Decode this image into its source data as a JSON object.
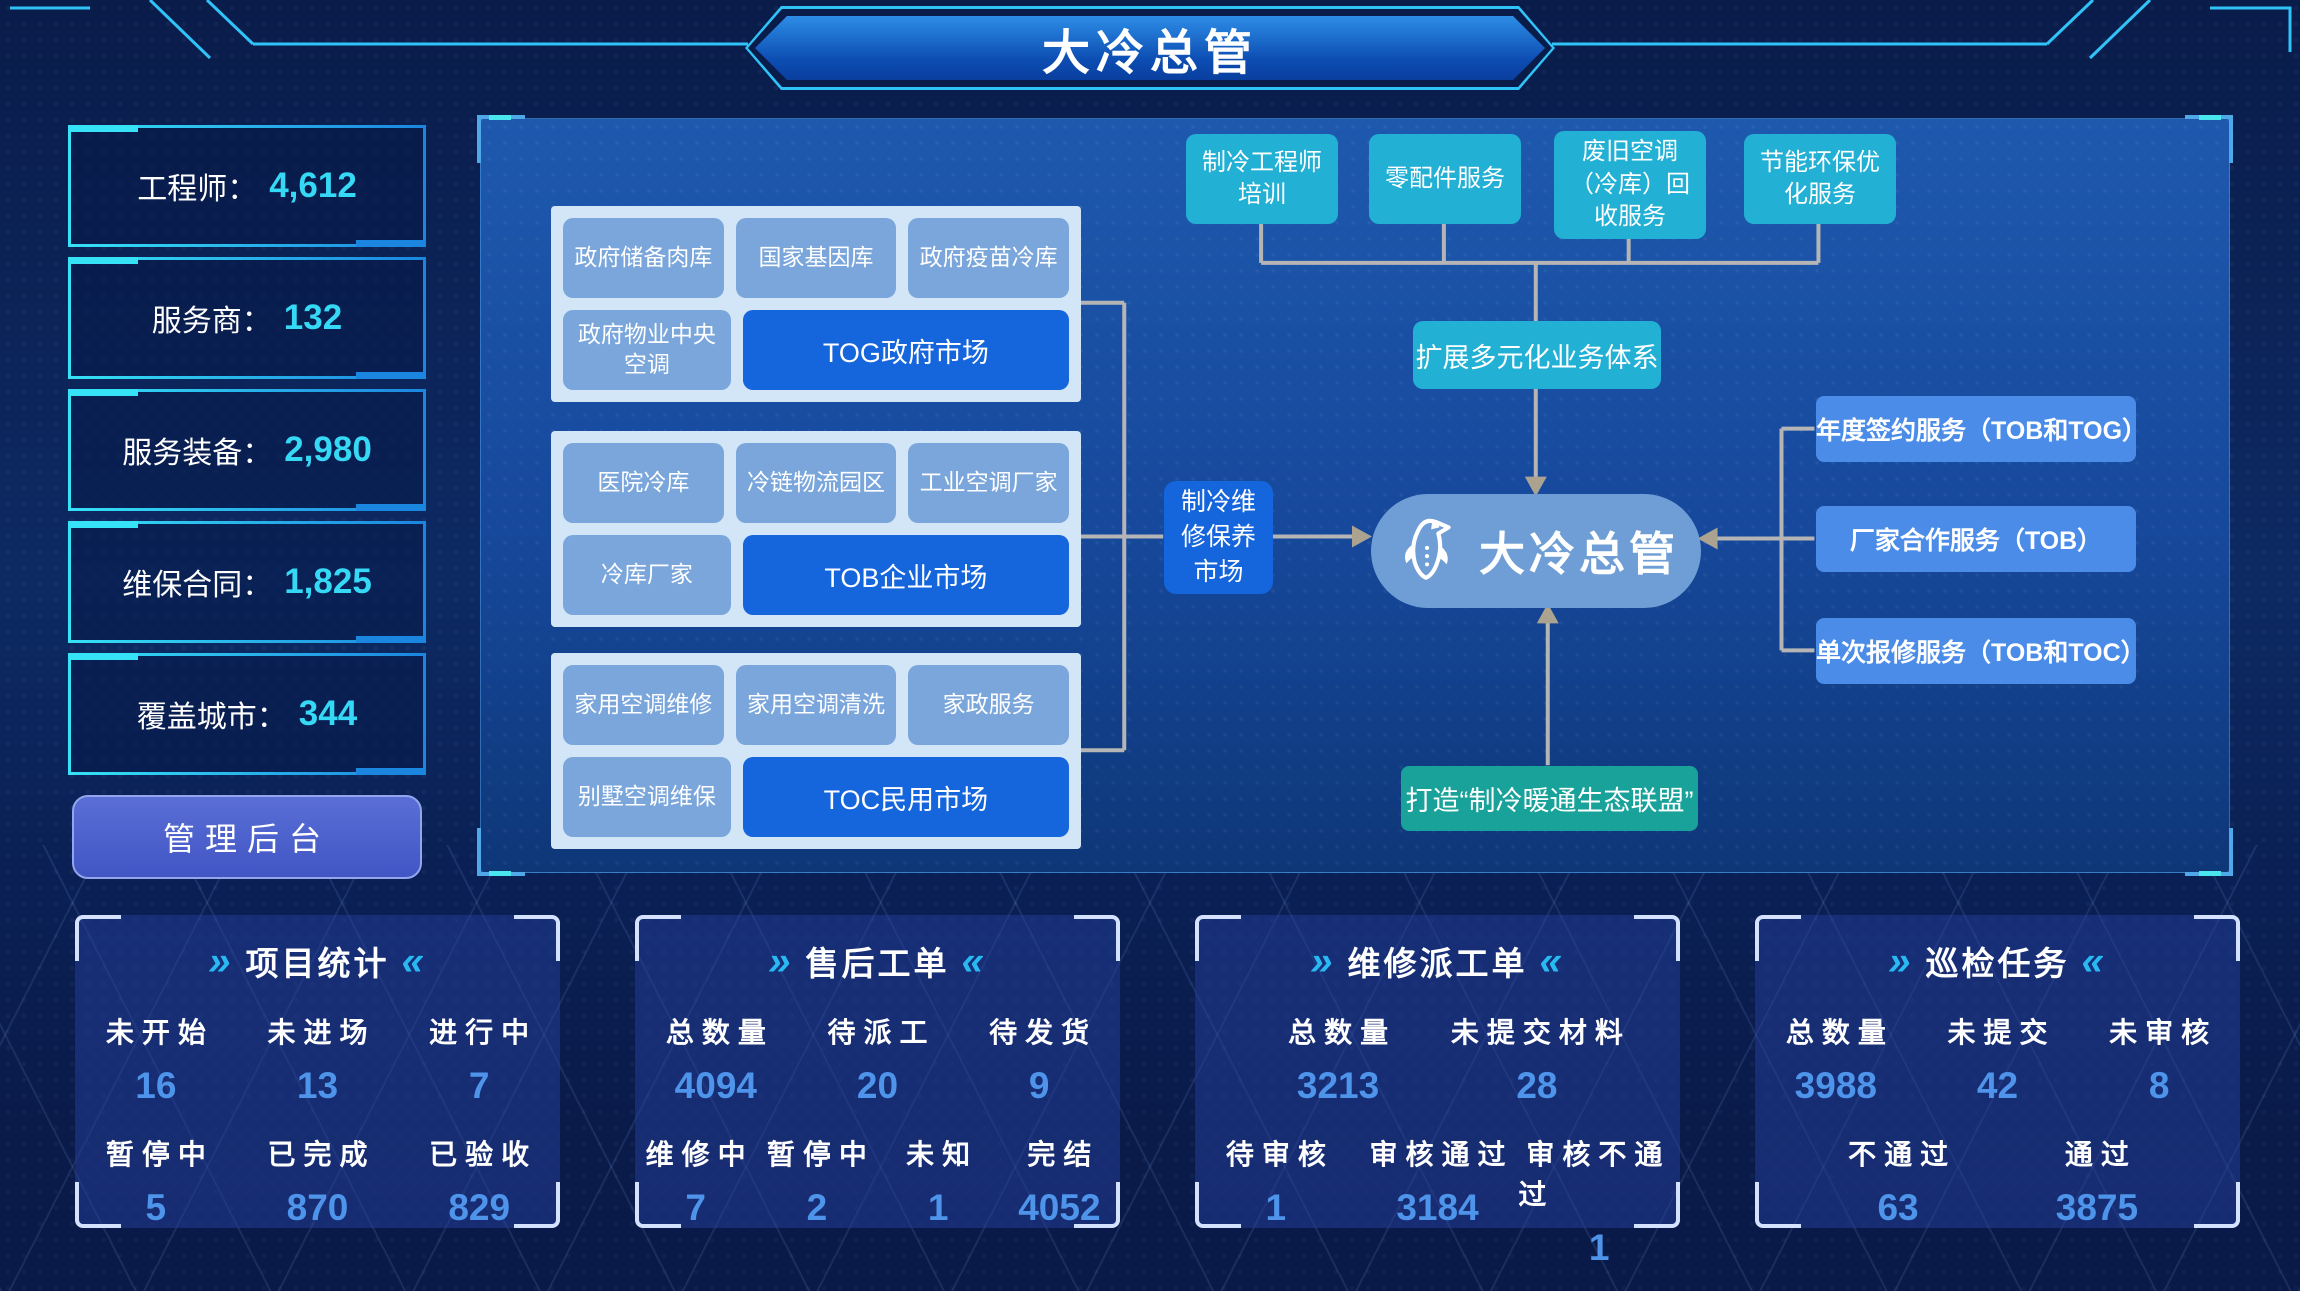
{
  "header": {
    "title": "大冷总管"
  },
  "ui": {
    "chev_l": "»",
    "chev_r": "«"
  },
  "colors": {
    "accent_cyan": "#2fc3f7",
    "sidebar_value": "#35d9f5",
    "card_value": "#4e94ea",
    "teal_box": "#22b0d4",
    "green_box": "#18a29a",
    "bright_blue": "#1565dd",
    "medium_blue": "#7aa6db",
    "group_bg": "#d3e6f8",
    "hub_blue": "#6f9ed6",
    "right_box_blue": "#4a8ce8",
    "admin_btn": "#4c60cc"
  },
  "sidebar": {
    "stats": [
      {
        "label": "工程师：",
        "value": "4,612"
      },
      {
        "label": "服务商：",
        "value": "132"
      },
      {
        "label": "服务装备：",
        "value": "2,980"
      },
      {
        "label": "维保合同：",
        "value": "1,825"
      },
      {
        "label": "覆盖城市：",
        "value": "344"
      }
    ],
    "admin_button": "管理后台"
  },
  "diagram": {
    "top_services": [
      "制冷工程师培训",
      "零配件服务",
      "废旧空调（冷库）回收服务",
      "节能环保优化服务"
    ],
    "expand_box": "扩展多元化业务体系",
    "market_groups": [
      {
        "items": [
          "政府储备肉库",
          "国家基因库",
          "政府疫苗冷库",
          "政府物业中央空调"
        ],
        "market": "TOG政府市场"
      },
      {
        "items": [
          "医院冷库",
          "冷链物流园区",
          "工业空调厂家",
          "冷库厂家"
        ],
        "market": "TOB企业市场"
      },
      {
        "items": [
          "家用空调维修",
          "家用空调清洗",
          "家政服务",
          "别墅空调维保"
        ],
        "market": "TOC民用市场"
      }
    ],
    "maintenance_market": "制冷维修保养市场",
    "center_label": "大冷总管",
    "right_services": [
      "年度签约服务（TOB和TOG）",
      "厂家合作服务（TOB）",
      "单次报修服务（TOB和TOC）"
    ],
    "alliance_box": "打造“制冷暖通生态联盟”"
  },
  "cards": [
    {
      "title": "项目统计",
      "rows": [
        [
          {
            "label": "未开始",
            "value": "16"
          },
          {
            "label": "未进场",
            "value": "13"
          },
          {
            "label": "进行中",
            "value": "7"
          }
        ],
        [
          {
            "label": "暂停中",
            "value": "5"
          },
          {
            "label": "已完成",
            "value": "870"
          },
          {
            "label": "已验收",
            "value": "829"
          }
        ]
      ]
    },
    {
      "title": "售后工单",
      "rows": [
        [
          {
            "label": "总数量",
            "value": "4094"
          },
          {
            "label": "待派工",
            "value": "20"
          },
          {
            "label": "待发货",
            "value": "9"
          }
        ],
        [
          {
            "label": "维修中",
            "value": "7"
          },
          {
            "label": "暂停中",
            "value": "2"
          },
          {
            "label": "未知",
            "value": "1"
          },
          {
            "label": "完结",
            "value": "4052"
          }
        ]
      ]
    },
    {
      "title": "维修派工单",
      "rows": [
        [
          {
            "label": "总数量",
            "value": "3213"
          },
          {
            "label": "未提交材料",
            "value": "28"
          }
        ],
        [
          {
            "label": "待审核",
            "value": "1"
          },
          {
            "label": "审核通过",
            "value": "3184"
          },
          {
            "label": "审核不通过",
            "value": "1"
          }
        ]
      ]
    },
    {
      "title": "巡检任务",
      "rows": [
        [
          {
            "label": "总数量",
            "value": "3988"
          },
          {
            "label": "未提交",
            "value": "42"
          },
          {
            "label": "未审核",
            "value": "8"
          }
        ],
        [
          {
            "label": "不通过",
            "value": "63"
          },
          {
            "label": "通过",
            "value": "3875"
          }
        ]
      ]
    }
  ]
}
